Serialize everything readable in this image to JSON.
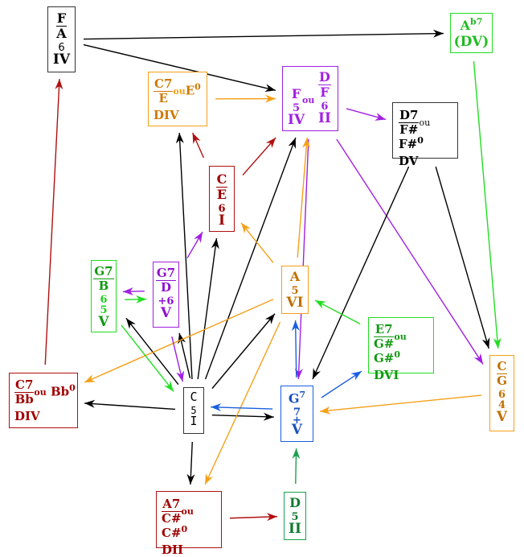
{
  "colors": {
    "black": "#000000",
    "orange": "#f5a01a",
    "purple": "#a020e0",
    "darkred": "#b01010",
    "green": "#22dd22",
    "darkgreen": "#1aa050",
    "blue": "#1a5fe0"
  },
  "nodes": {
    "fa": {
      "num": "F",
      "den": "A",
      "fig": "6",
      "deg": "IV"
    },
    "ab7": {
      "root": "A",
      "sup": "b7",
      "func": "(DV)"
    },
    "c7e": {
      "num": "C7",
      "den": "E",
      "ou": "ou",
      "alt": "E",
      "alt_sup": "0",
      "func": "DIV"
    },
    "fd": {
      "left_root": "F",
      "left_fig": "5",
      "left_deg": "IV",
      "ou": "ou",
      "right_num": "D",
      "right_den": "F",
      "right_fig": "6",
      "right_deg": "II"
    },
    "d7": {
      "num": "D7",
      "den": "F#",
      "ou": "ou",
      "alt": "F#",
      "alt_sup": "0",
      "func": "DV"
    },
    "ce": {
      "num": "C",
      "den": "E",
      "fig": "6",
      "deg": "I"
    },
    "g7b": {
      "num": "G7",
      "den": "B",
      "fig1": "6",
      "fig2": "5",
      "deg": "V"
    },
    "g7d": {
      "num": "G7",
      "den": "D",
      "fig": "+6",
      "deg": "V"
    },
    "a": {
      "root": "A",
      "fig": "5",
      "deg": "VI"
    },
    "e7": {
      "num": "E7",
      "den": "G#",
      "ou": "ou",
      "alt": "G#",
      "alt_sup": "0",
      "func": "DVI"
    },
    "cg": {
      "num": "C",
      "den": "G",
      "fig1": "6",
      "fig2": "4",
      "deg": "V"
    },
    "c7bb": {
      "num": "C7",
      "den": "Bb",
      "ou": "ou",
      "alt": "Bb",
      "alt_sup": "0",
      "func": "DIV"
    },
    "c": {
      "root": "C",
      "fig": "5",
      "deg": "I"
    },
    "g7": {
      "root": "G",
      "sup": "7",
      "fig1": "7",
      "fig2": "+",
      "deg": "V"
    },
    "a7": {
      "num": "A7",
      "den": "C#",
      "ou": "ou",
      "alt": "C#",
      "alt_sup": "0",
      "func": "DII"
    },
    "d": {
      "root": "D",
      "fig": "5",
      "deg": "II"
    }
  },
  "edges": [
    {
      "from": "fa",
      "to": "ab7",
      "color": "black"
    },
    {
      "from": "fa",
      "to": "fd",
      "color": "black"
    },
    {
      "from": "c7e",
      "to": "fd",
      "color": "orange"
    },
    {
      "from": "fd",
      "to": "d7",
      "color": "purple"
    },
    {
      "from": "fd",
      "to": "cg",
      "color": "purple"
    },
    {
      "from": "fd",
      "to": "g7",
      "color": "purple"
    },
    {
      "from": "ab7",
      "to": "cg",
      "color": "green"
    },
    {
      "from": "d7",
      "to": "cg",
      "color": "black"
    },
    {
      "from": "d7",
      "to": "g7",
      "color": "black"
    },
    {
      "from": "ce",
      "to": "c7e",
      "color": "darkred"
    },
    {
      "from": "ce",
      "to": "fd",
      "color": "darkred"
    },
    {
      "from": "c7bb",
      "to": "fa",
      "color": "darkred"
    },
    {
      "from": "c",
      "to": "c7e",
      "color": "black"
    },
    {
      "from": "c",
      "to": "ce",
      "color": "black"
    },
    {
      "from": "c",
      "to": "fd",
      "color": "black"
    },
    {
      "from": "c",
      "to": "a",
      "color": "black"
    },
    {
      "from": "c",
      "to": "g7b",
      "color": "black"
    },
    {
      "from": "c",
      "to": "g7d",
      "color": "black"
    },
    {
      "from": "c",
      "to": "c7bb",
      "color": "black"
    },
    {
      "from": "c",
      "to": "g7",
      "color": "black"
    },
    {
      "from": "c",
      "to": "a7",
      "color": "black"
    },
    {
      "from": "a",
      "to": "ce",
      "color": "orange"
    },
    {
      "from": "a",
      "to": "fd",
      "color": "orange"
    },
    {
      "from": "a",
      "to": "c7bb",
      "color": "orange"
    },
    {
      "from": "a",
      "to": "a7",
      "color": "orange"
    },
    {
      "from": "g7b",
      "to": "g7d",
      "color": "green"
    },
    {
      "from": "g7d",
      "to": "g7b",
      "color": "purple"
    },
    {
      "from": "g7d",
      "to": "ce",
      "color": "purple"
    },
    {
      "from": "g7d",
      "to": "c",
      "color": "purple"
    },
    {
      "from": "g7b",
      "to": "c",
      "color": "green"
    },
    {
      "from": "e7",
      "to": "a",
      "color": "green"
    },
    {
      "from": "g7",
      "to": "a",
      "color": "blue"
    },
    {
      "from": "g7",
      "to": "c",
      "color": "blue"
    },
    {
      "from": "g7",
      "to": "e7",
      "color": "blue"
    },
    {
      "from": "cg",
      "to": "g7",
      "color": "orange"
    },
    {
      "from": "a7",
      "to": "d",
      "color": "darkred"
    },
    {
      "from": "d",
      "to": "g7",
      "color": "darkgreen"
    }
  ]
}
